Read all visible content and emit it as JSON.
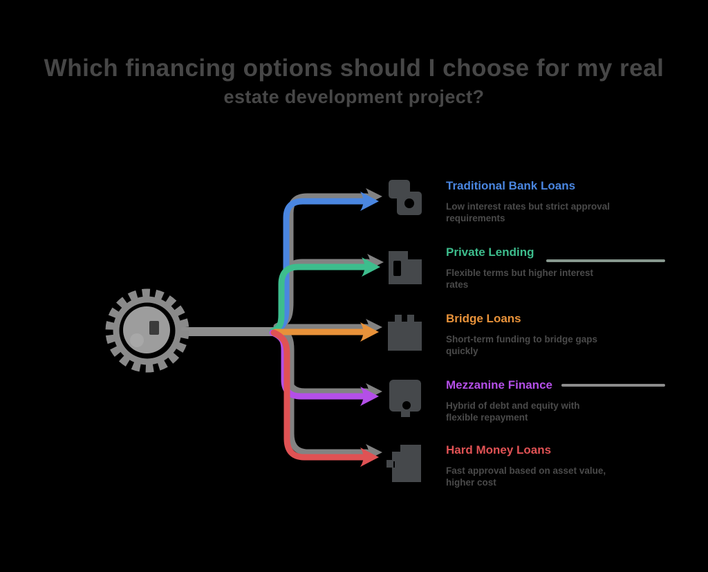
{
  "title": {
    "line1": "Which financing options should I choose for my real",
    "line2": "estate development project?"
  },
  "central_node": {
    "icon": "gear-decision-icon",
    "color": "#8d8d8d"
  },
  "branches": [
    {
      "label": "Traditional Bank Loans",
      "color": "#4a86e0",
      "icon": "cash-stack-icon",
      "description": "Low interest rates but strict approval requirements"
    },
    {
      "label": "Private Lending",
      "color": "#3dbd8d",
      "icon": "bank-building-icon",
      "description": "Flexible terms but higher interest rates"
    },
    {
      "label": "Bridge Loans",
      "color": "#e8923a",
      "icon": "bridge-towers-icon",
      "description": "Short-term funding to bridge gaps quickly"
    },
    {
      "label": "Mezzanine Finance",
      "color": "#b44fe8",
      "icon": "layered-finance-icon",
      "description": "Hybrid of debt and equity with flexible repayment"
    },
    {
      "label": "Hard Money Loans",
      "color": "#e05254",
      "icon": "asset-tag-icon",
      "description": "Fast approval based on asset value, higher cost"
    }
  ],
  "colors": {
    "background": "#000000",
    "title_text": "#474747",
    "description_text": "#4a4a4a",
    "connector_gray": "#8d8d8d",
    "shadow_gray": "#8a8a8a",
    "icon_gray": "#45484b"
  }
}
